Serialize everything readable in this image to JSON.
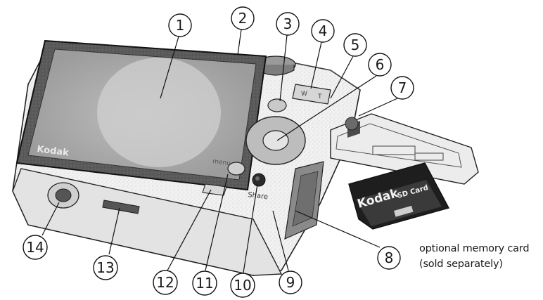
{
  "camera": {
    "brand_lcd": "Kodak",
    "menu_label": "menu",
    "share_label": "Share"
  },
  "memory_card": {
    "brand": "Kodak",
    "type_label": "SD Card"
  },
  "caption": {
    "line1": "optional memory card",
    "line2": "(sold separately)"
  },
  "callouts": [
    "1",
    "2",
    "3",
    "4",
    "5",
    "6",
    "7",
    "8",
    "9",
    "10",
    "11",
    "12",
    "13",
    "14"
  ]
}
